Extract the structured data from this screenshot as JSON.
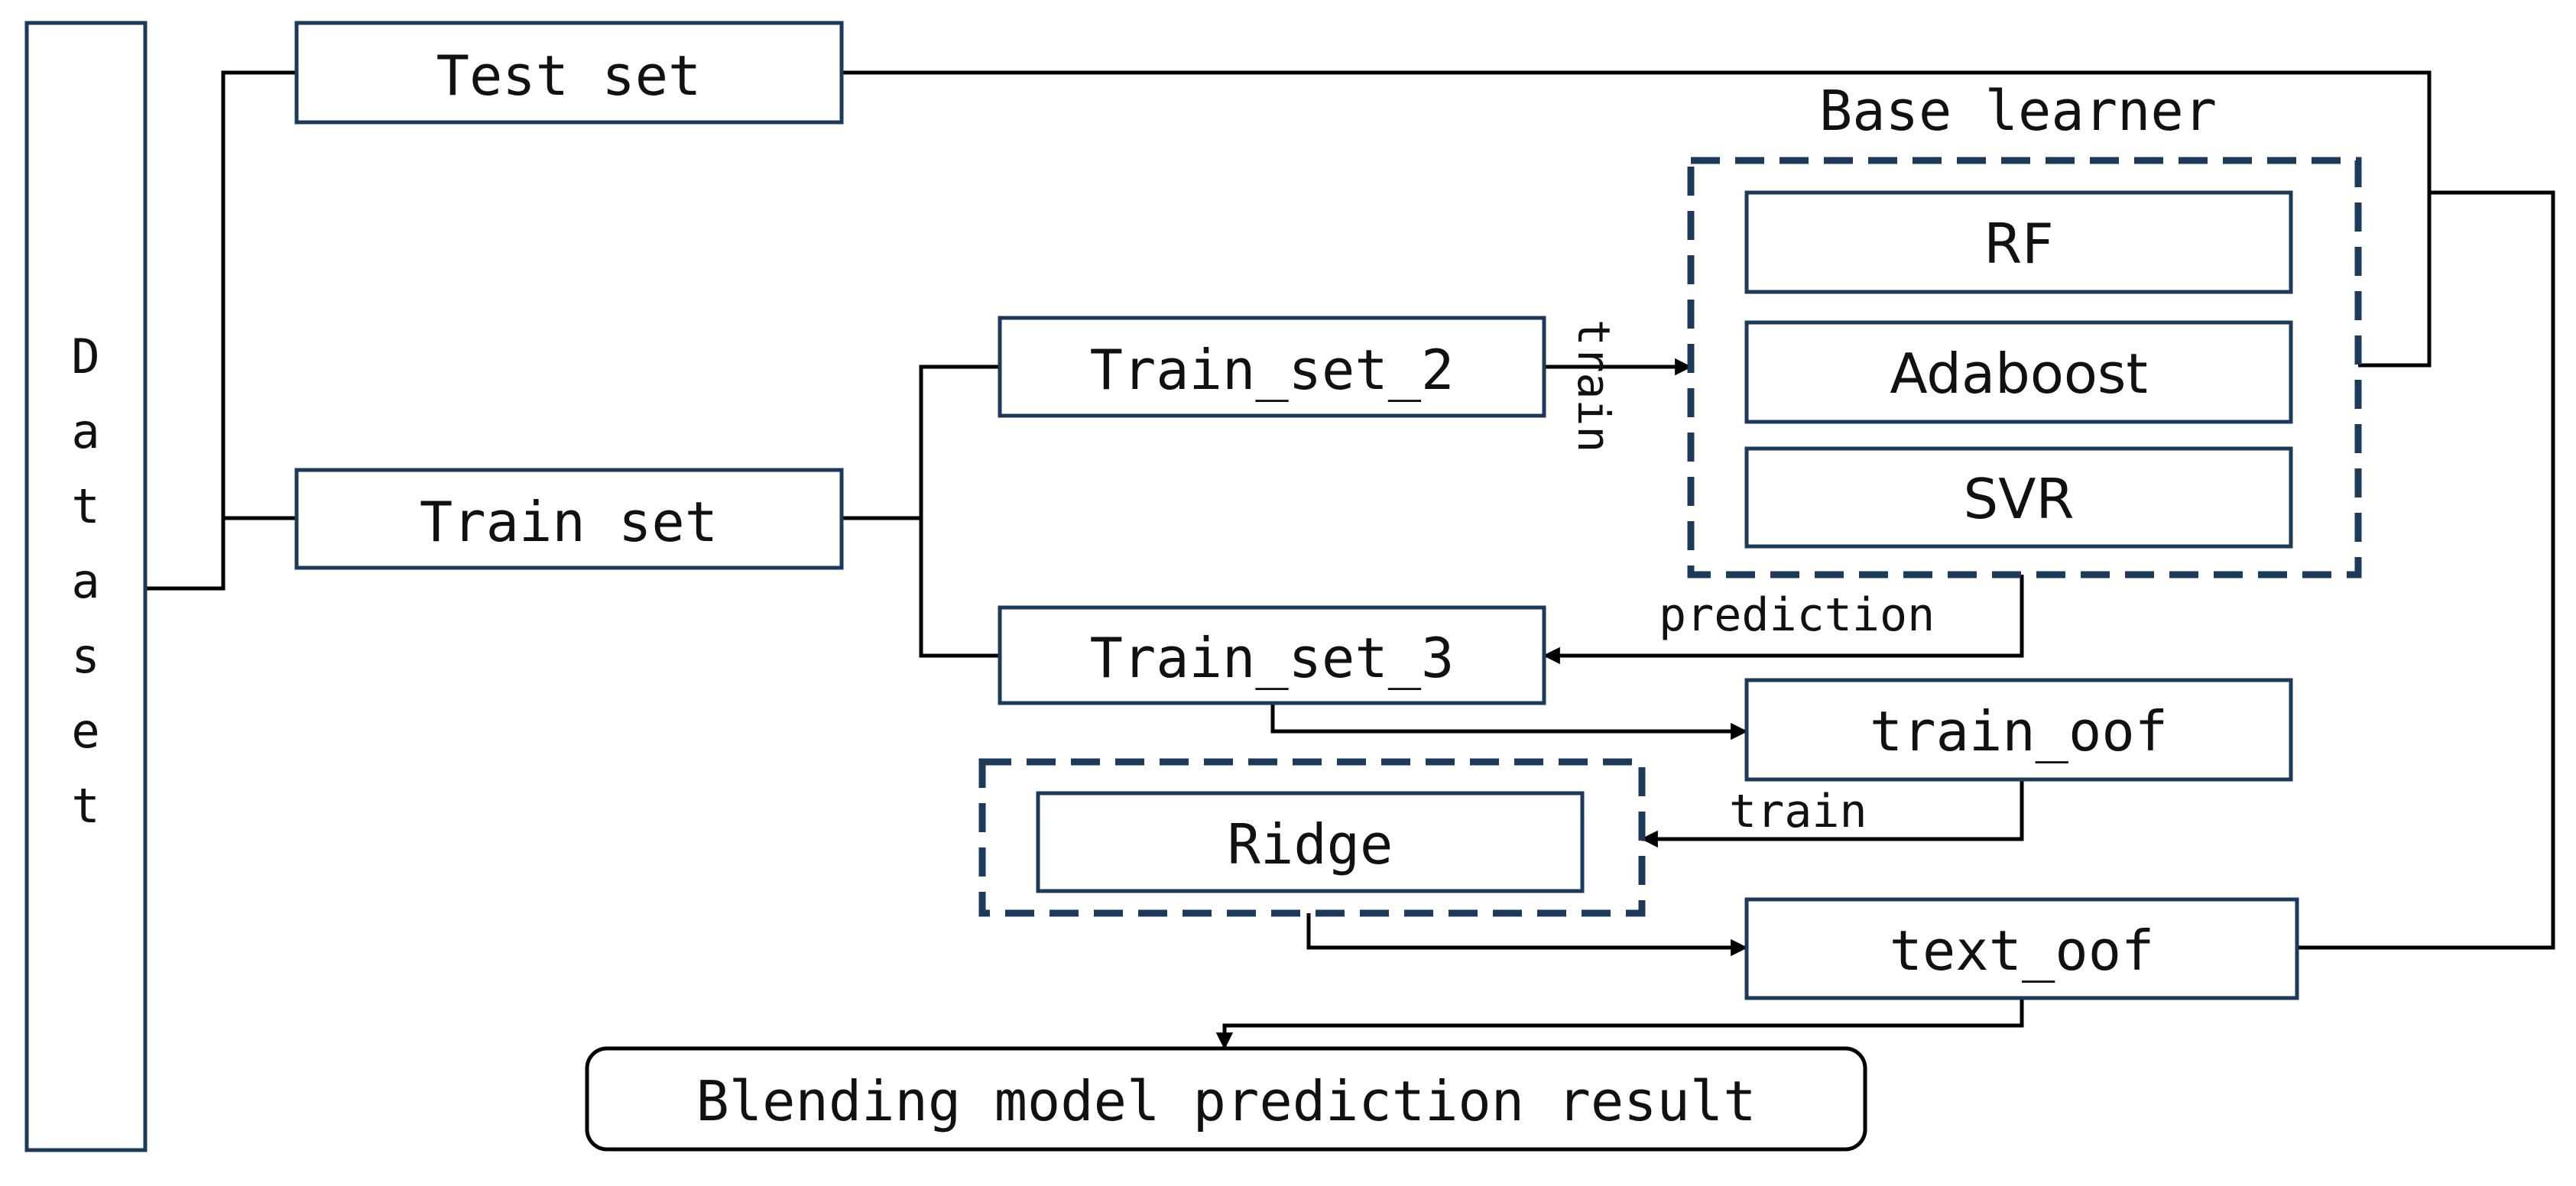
{
  "dataset": "Dataset",
  "test_set": "Test set",
  "train_set": "Train set",
  "train_set_2": "Train_set_2",
  "train_set_3": "Train_set_3",
  "base_learner": {
    "title": "Base learner",
    "models": [
      "RF",
      "Adaboost",
      "SVR"
    ]
  },
  "train_oof": "train_oof",
  "ridge": "Ridge",
  "text_oof": "text_oof",
  "result": "Blending model prediction result",
  "edge_labels": {
    "train_to_base": "train",
    "prediction": "prediction",
    "train_to_ridge": "train"
  },
  "colors": {
    "box_border": "#1b3a5c",
    "line": "#000000"
  }
}
